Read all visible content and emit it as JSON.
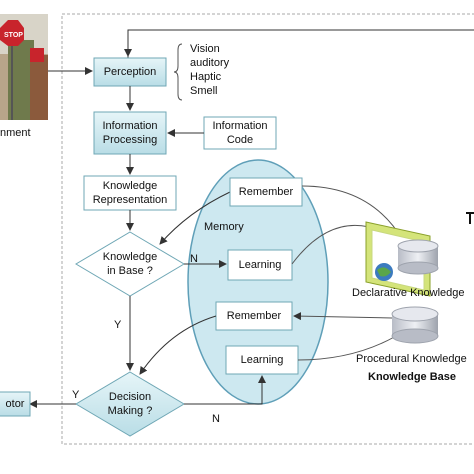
{
  "environment_label": "nment",
  "senses": [
    "Vision",
    "auditory",
    "Haptic",
    "Smell"
  ],
  "nodes": {
    "perception": "Perception",
    "info_processing": [
      "Information",
      "Processing"
    ],
    "info_code": [
      "Information",
      "Code"
    ],
    "knowledge_rep": [
      "Knowledge",
      "Representation"
    ],
    "knowledge_in_base": [
      "Knowledge",
      "in Base ?"
    ],
    "decision_making": [
      "Decision",
      "Making ?"
    ],
    "actor": "otor"
  },
  "memory": {
    "label": "Memory",
    "remember_top": "Remember",
    "learning_top": "Learning",
    "remember_bottom": "Remember",
    "learning_bottom": "Learning"
  },
  "knowledge_base": {
    "declarative": "Declarative Knowledge",
    "procedural": "Procedural Knowledge",
    "title": "Knowledge Base"
  },
  "edge_labels": {
    "n_knowledge": "N",
    "y_knowledge": "Y",
    "y_decision": "Y",
    "n_decision": "N"
  },
  "colors": {
    "node_fill": "#cfe9ef",
    "node_stroke": "#6fa7b5",
    "memory_fill": "#cde8f0",
    "memory_stroke": "#5f9fb8",
    "frame_stroke": "#aaaaaa"
  }
}
